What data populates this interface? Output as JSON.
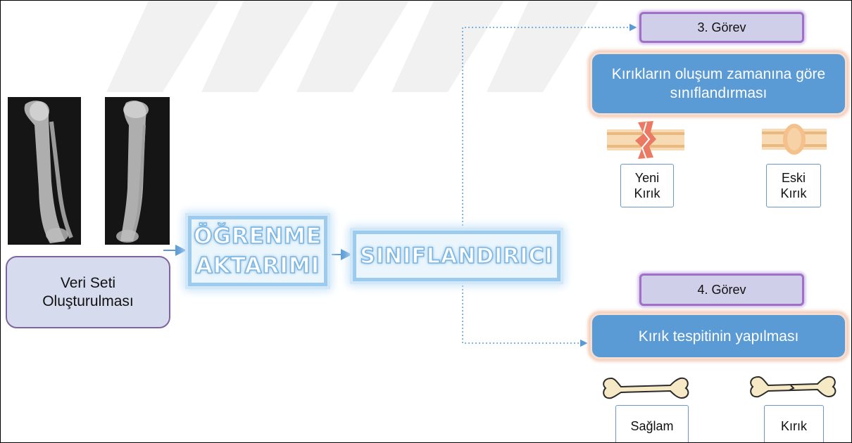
{
  "dataset": {
    "line1": "Veri Seti",
    "line2": "Oluşturulması"
  },
  "transfer": {
    "line1": "ÖĞRENME",
    "line2": "AKTARIMI"
  },
  "classifier": {
    "label": "SINIFLANDIRICI"
  },
  "task3": {
    "title": "3. Görev",
    "description_line1": "Kırıkların oluşum zamanına göre",
    "description_line2": "sınıflandırması",
    "options": [
      {
        "line1": "Yeni",
        "line2": "Kırık",
        "icon": "new-fracture-icon"
      },
      {
        "line1": "Eski",
        "line2": "Kırık",
        "icon": "old-fracture-icon"
      }
    ]
  },
  "task4": {
    "title": "4. Görev",
    "description": "Kırık tespitinin yapılması",
    "options": [
      {
        "label": "Sağlam",
        "icon": "healthy-bone-icon"
      },
      {
        "label": "Kırık",
        "icon": "broken-bone-icon"
      }
    ]
  },
  "colors": {
    "task_fill": "#cfcfe9",
    "task_border": "#a070c8",
    "description_fill": "#5b9bd5",
    "connector": "#5b9bd5",
    "glow_text": "#7db7e3",
    "dataset_fill": "#d6dcee"
  }
}
